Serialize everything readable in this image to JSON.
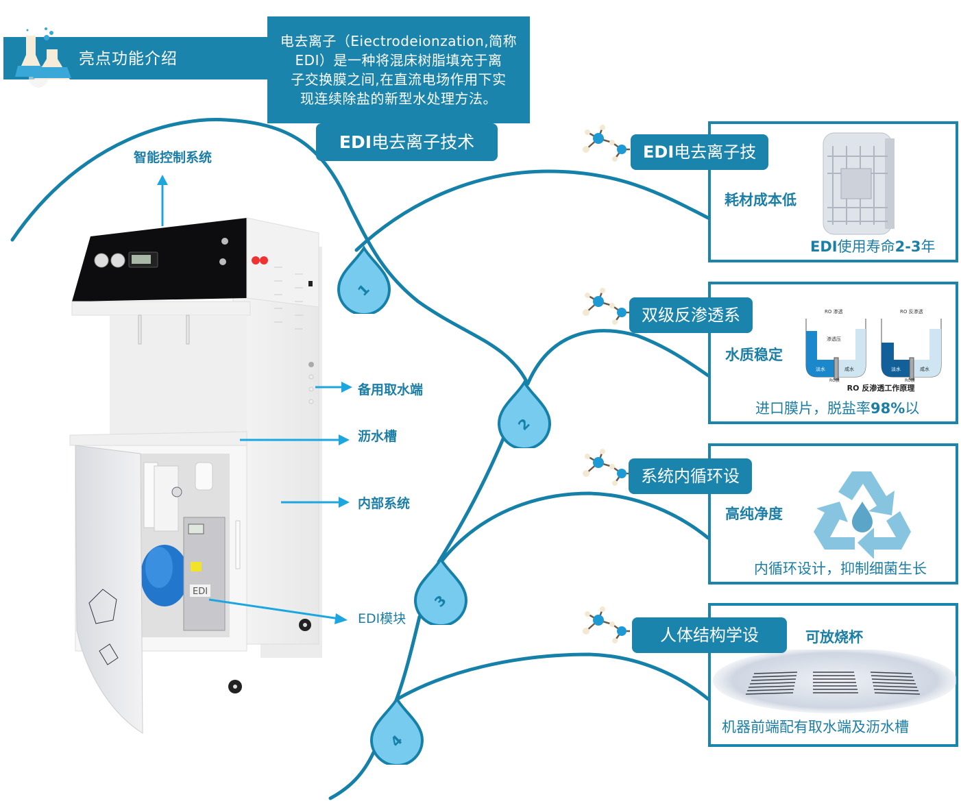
{
  "header": {
    "title": "亮点功能介绍",
    "icon": "flask-icon"
  },
  "description": {
    "lines": [
      "电去离子（Eiectrodeionzation,简称",
      "EDI）是一种将混床树脂填充于离",
      "子交换膜之间,在直流电场作用下实",
      "现连续除盐的新型水处理方法。"
    ]
  },
  "main_tag": {
    "bold": "EDI",
    "rest": "电去离子技术"
  },
  "machine_labels": {
    "control": "智能控制系统",
    "backup_outlet": "备用取水端",
    "drain": "沥水槽",
    "internal": "内部系统",
    "edi_module": "EDI模块"
  },
  "machine": {
    "edi_plate": "EDI"
  },
  "drops": [
    "1",
    "2",
    "3",
    "4"
  ],
  "features": [
    {
      "pill_bold": "EDI",
      "pill_rest": "电去离子技",
      "subtitle": "耗材成本低",
      "footer_bold1": "EDI",
      "footer_mid": "使用寿命",
      "footer_bold2": "2-3",
      "footer_end": "年",
      "image": "edi-module-image"
    },
    {
      "pill": "双级反渗透系",
      "subtitle": "水质稳定",
      "footer_pre": "进口膜片，脱盐率",
      "footer_bold": "98%",
      "footer_end": "以",
      "image": "ro-diagram",
      "diagram": {
        "left_title": "RO 渗透",
        "right_title": "RO 反渗透",
        "pressure": "渗透压",
        "fresh": "淡水",
        "salt": "咸水",
        "membrane": "RO膜",
        "caption": "RO 反渗透工作原理"
      }
    },
    {
      "pill": "系统内循环设",
      "subtitle": "高纯净度",
      "footer": "内循环设计，抑制细菌生长",
      "image": "recycle-icon"
    },
    {
      "pill": "人体结构学设",
      "subtitle": "可放烧杯",
      "footer": "机器前端配有取水端及沥水槽",
      "image": "drain-grate-image"
    }
  ],
  "colors": {
    "brand": "#1a84ad",
    "text_blue": "#1b7ea6",
    "drop_fill": "#76cbee",
    "arrow": "#1ba6e0"
  }
}
